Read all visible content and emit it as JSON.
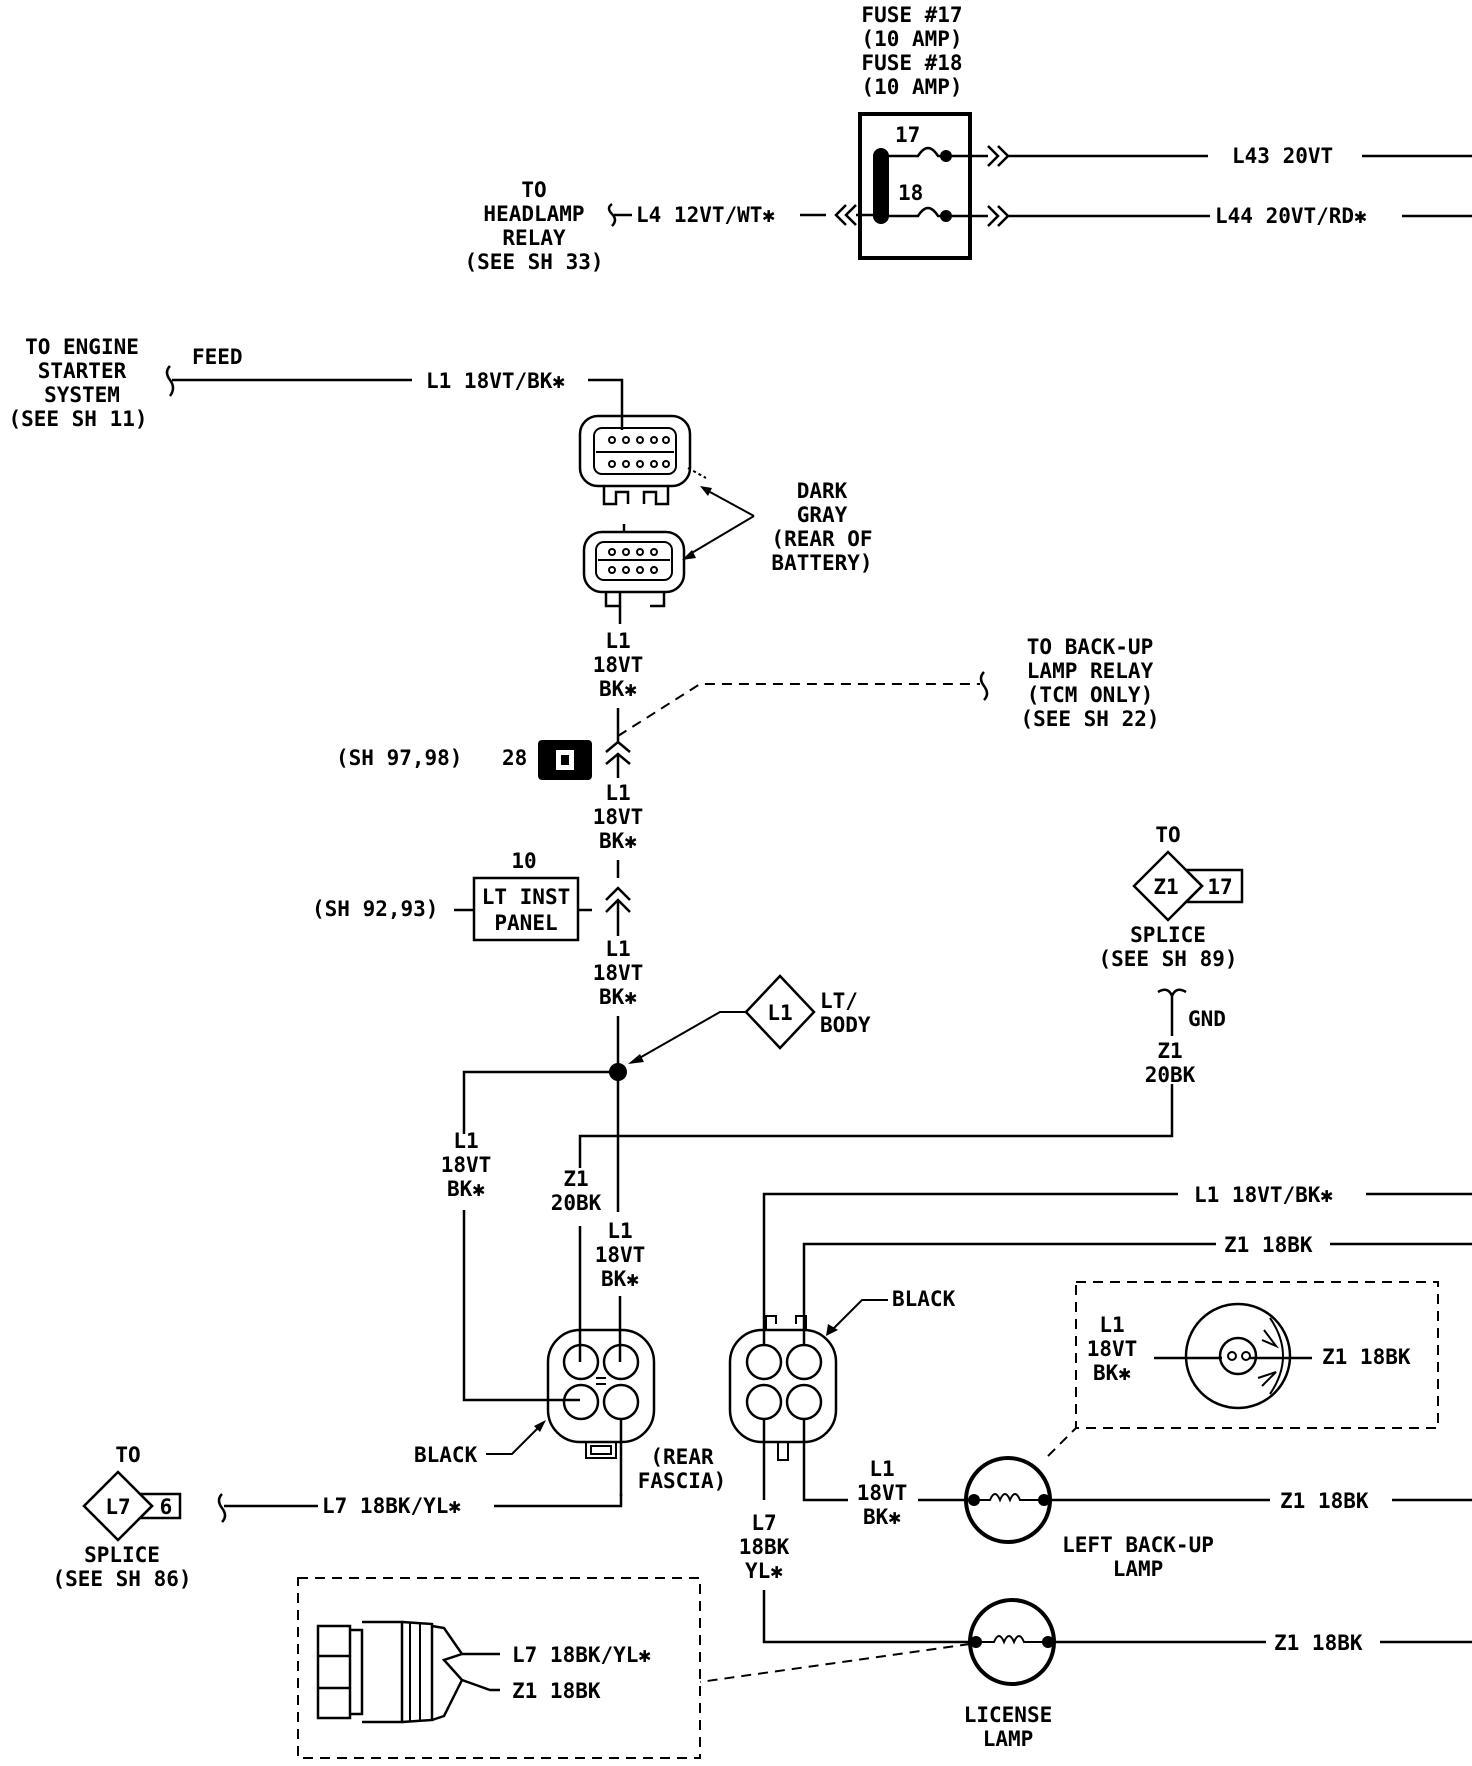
{
  "fuse": {
    "line1": "FUSE #17",
    "line2": "(10 AMP)",
    "line3": "FUSE #18",
    "line4": "(10 AMP)",
    "num17": "17",
    "num18": "18"
  },
  "wires": {
    "l43": "L43 20VT",
    "l44": "L44 20VT/RD✱",
    "l4": "L4 12VT/WT✱",
    "l1_top": "L1 18VT/BK✱",
    "feed": "FEED",
    "l1_right": "L1 18VT/BK✱",
    "z1_right": "Z1 18BK",
    "z1_backup": "Z1 18BK",
    "z1_license": "Z1 18BK",
    "l7_splice": "L7 18BK/YL✱",
    "l7_inset": "L7 18BK/YL✱",
    "z1_inset": "Z1 18BK",
    "z1_lamp_inset": "Z1 18BK",
    "gnd": "GND",
    "stack_a": [
      "L1",
      "18VT",
      "BK✱"
    ],
    "stack_b": [
      "L1",
      "18VT",
      "BK✱"
    ],
    "stack_c": [
      "L1",
      "18VT",
      "BK✱"
    ],
    "stack_left": [
      "L1",
      "18VT",
      "BK✱"
    ],
    "stack_z1_left": [
      "Z1",
      "20BK"
    ],
    "stack_l1_center": [
      "L1",
      "18VT",
      "BK✱"
    ],
    "stack_z1_top": [
      "Z1",
      "20BK"
    ],
    "stack_l7": [
      "L7",
      "18BK",
      "YL✱"
    ],
    "stack_l1_lamp": [
      "L1",
      "18VT",
      "BK✱"
    ],
    "stack_l1_inset": [
      "L1",
      "18VT",
      "BK✱"
    ]
  },
  "labels": {
    "headlamp": [
      "TO",
      "HEADLAMP",
      "RELAY",
      "(SEE SH 33)"
    ],
    "starter": [
      "TO ENGINE",
      "STARTER",
      "SYSTEM",
      "(SEE SH 11)"
    ],
    "dark_gray": [
      "DARK",
      "GRAY",
      "(REAR OF",
      "BATTERY)"
    ],
    "backup_relay": [
      "TO BACK-UP",
      "LAMP RELAY",
      "(TCM ONLY)",
      "(SEE SH 22)"
    ],
    "sh9798": "(SH 97,98)",
    "num28": "28",
    "num10": "10",
    "sh9293": "(SH 92,93)",
    "lt_inst": [
      "LT INST",
      "PANEL"
    ],
    "splice_top_to": "TO",
    "splice_top_id": "Z1",
    "splice_top_num": "17",
    "splice_top_txt": [
      "SPLICE",
      "(SEE SH 89)"
    ],
    "lt_body_id": "L1",
    "lt_body_txt": [
      "LT/",
      "BODY"
    ],
    "black1": "BLACK",
    "black2": "BLACK",
    "rear_fascia": [
      "(REAR",
      "FASCIA)"
    ],
    "splice_bot_to": "TO",
    "splice_bot_id": "L7",
    "splice_bot_num": "6",
    "splice_bot_txt": [
      "SPLICE",
      "(SEE SH 86)"
    ],
    "left_backup": [
      "LEFT BACK-UP",
      "LAMP"
    ],
    "license": [
      "LICENSE",
      "LAMP"
    ]
  }
}
